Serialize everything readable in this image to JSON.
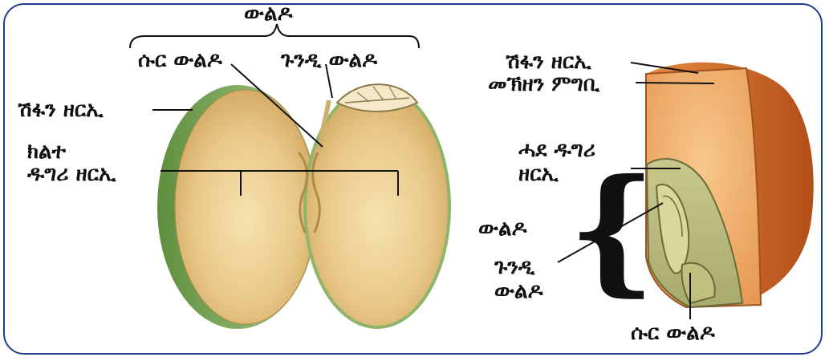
{
  "bean": {
    "embryo_top": "ውልዶ",
    "radicle": "ሱር ውልዶ",
    "plumule": "ጉንዲ ውልዶ",
    "seed_coat": "ሽፋን ዘርኢ",
    "cotyledon_line1": "ክልተ",
    "cotyledon_line2": "ዱግሪ ዘርኢ"
  },
  "maize": {
    "seed_coat": "ሽፋን ዘርኢ",
    "endosperm": "መኽዘን ምግቢ",
    "cotyledon_line1": "ሓደ ዱግሪ",
    "cotyledon_line2": "ዘርኢ",
    "embryo": "ውልዶ",
    "plumule_line1": "ጉንዲ",
    "plumule_line2": "ውልዶ",
    "radicle": "ሱር ውልዶ"
  },
  "colors": {
    "frame": "#1f3f8f",
    "bean_flesh": "#e8c98a",
    "bean_coat": "#8fb56a",
    "maize_endosperm": "#f0b070",
    "maize_coat": "#d06a28"
  }
}
